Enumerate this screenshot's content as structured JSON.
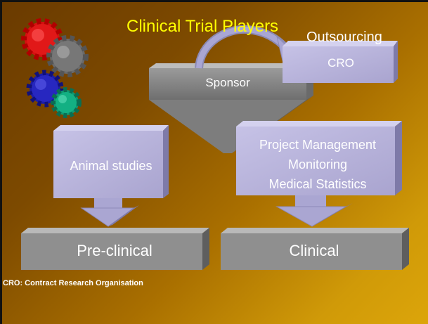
{
  "title": "Clinical Trial Players",
  "outsourcing_label": "Outsourcing",
  "cro_label": "CRO",
  "sponsor_label": "Sponsor",
  "animal_studies_label": "Animal studies",
  "sponsor_functions": [
    "Project Management",
    "Monitoring",
    "Medical Statistics"
  ],
  "preclinical_label": "Pre-clinical",
  "clinical_label": "Clinical",
  "footnote": "CRO: Contract Research  Organisation",
  "colors": {
    "title": "#ffff00",
    "box_face": "#b7b3d8",
    "grey_block": "#8f8f8f",
    "background": "#a96f00"
  },
  "icons": [
    "red-gear-icon",
    "grey-gear-icon",
    "blue-gear-icon",
    "green-gear-icon"
  ]
}
